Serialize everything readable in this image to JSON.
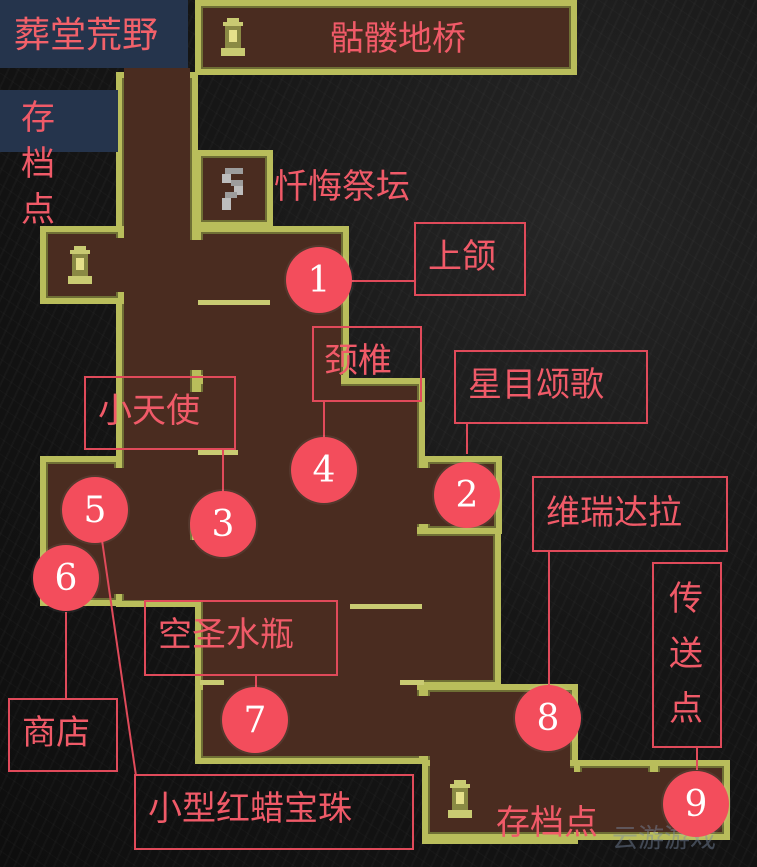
{
  "areas": {
    "top_left": "葬堂荒野",
    "left_side": "存档点",
    "bridge": "骷髅地桥"
  },
  "rooms": {
    "altar": "忏悔祭坛"
  },
  "labels": {
    "l1": "上颌",
    "l2": "星目颂歌",
    "l3": "小天使",
    "l4": "颈椎",
    "l5": "小型红蜡宝珠",
    "l6": "商店",
    "l7": "空圣水瓶",
    "l8": "维瑞达拉",
    "l9": "传送点",
    "save": "存档点"
  },
  "markers": [
    "1",
    "2",
    "3",
    "4",
    "5",
    "6",
    "7",
    "8",
    "9"
  ],
  "watermark": "云游游戏",
  "colors": {
    "room_fill": "#4a2c20",
    "room_border": "#b9bd5b",
    "marker": "#f34d5c",
    "label_text": "#f05a68",
    "area_tag_bg": "#25344c"
  },
  "icons": [
    "save-lantern-icon",
    "altar-icon"
  ]
}
